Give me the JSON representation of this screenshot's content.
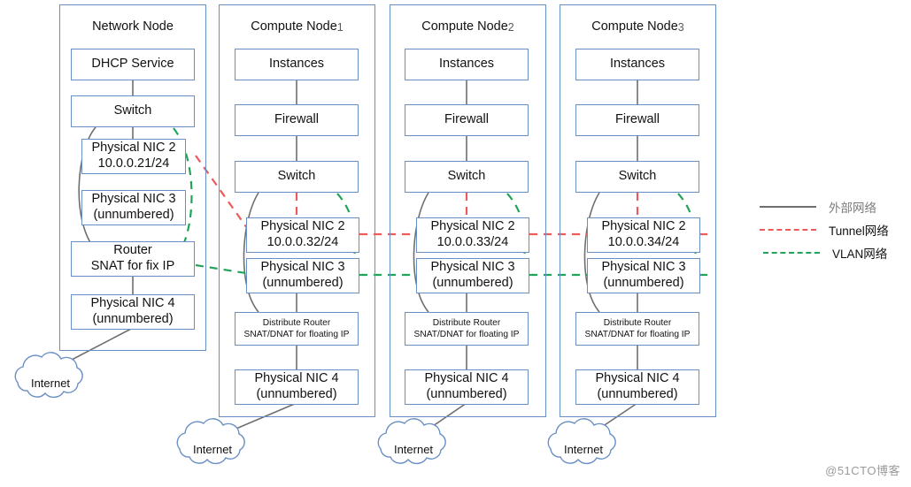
{
  "diagram": {
    "title_hidden": "OpenStack network topology",
    "watermark": "@51CTO博客"
  },
  "nodes": [
    {
      "id": "network-node",
      "title": "Network Node",
      "index": "",
      "boxes": [
        {
          "name": "dhcp-service-box",
          "line1": "DHCP Service",
          "line2": ""
        },
        {
          "name": "switch-box",
          "line1": "Switch",
          "line2": ""
        },
        {
          "name": "physical-nic-2-box",
          "line1": "Physical NIC 2",
          "line2": "10.0.0.21/24"
        },
        {
          "name": "physical-nic-3-box",
          "line1": "Physical NIC 3",
          "line2": "(unnumbered)"
        },
        {
          "name": "router-box",
          "line1": "Router",
          "line2": "SNAT for fix IP"
        },
        {
          "name": "physical-nic-4-box",
          "line1": "Physical NIC 4",
          "line2": "(unnumbered)"
        }
      ]
    },
    {
      "id": "compute-node-1",
      "title": "Compute Node",
      "index": "1",
      "boxes": [
        {
          "name": "instances-box",
          "line1": "Instances",
          "line2": ""
        },
        {
          "name": "firewall-box",
          "line1": "Firewall",
          "line2": ""
        },
        {
          "name": "switch-box",
          "line1": "Switch",
          "line2": ""
        },
        {
          "name": "physical-nic-2-box",
          "line1": "Physical NIC 2",
          "line2": "10.0.0.32/24"
        },
        {
          "name": "physical-nic-3-box",
          "line1": "Physical NIC 3",
          "line2": "(unnumbered)"
        },
        {
          "name": "distribute-router-box",
          "line1": "Distribute Router",
          "line2": "SNAT/DNAT for floating IP"
        },
        {
          "name": "physical-nic-4-box",
          "line1": "Physical NIC 4",
          "line2": "(unnumbered)"
        }
      ]
    },
    {
      "id": "compute-node-2",
      "title": "Compute Node",
      "index": "2",
      "boxes": [
        {
          "name": "instances-box",
          "line1": "Instances",
          "line2": ""
        },
        {
          "name": "firewall-box",
          "line1": "Firewall",
          "line2": ""
        },
        {
          "name": "switch-box",
          "line1": "Switch",
          "line2": ""
        },
        {
          "name": "physical-nic-2-box",
          "line1": "Physical NIC 2",
          "line2": "10.0.0.33/24"
        },
        {
          "name": "physical-nic-3-box",
          "line1": "Physical NIC 3",
          "line2": "(unnumbered)"
        },
        {
          "name": "distribute-router-box",
          "line1": "Distribute Router",
          "line2": "SNAT/DNAT for floating IP"
        },
        {
          "name": "physical-nic-4-box",
          "line1": "Physical NIC 4",
          "line2": "(unnumbered)"
        }
      ]
    },
    {
      "id": "compute-node-3",
      "title": "Compute Node",
      "index": "3",
      "boxes": [
        {
          "name": "instances-box",
          "line1": "Instances",
          "line2": ""
        },
        {
          "name": "firewall-box",
          "line1": "Firewall",
          "line2": ""
        },
        {
          "name": "switch-box",
          "line1": "Switch",
          "line2": ""
        },
        {
          "name": "physical-nic-2-box",
          "line1": "Physical NIC 2",
          "line2": "10.0.0.34/24"
        },
        {
          "name": "physical-nic-3-box",
          "line1": "Physical NIC 3",
          "line2": "(unnumbered)"
        },
        {
          "name": "distribute-router-box",
          "line1": "Distribute Router",
          "line2": "SNAT/DNAT for floating IP"
        },
        {
          "name": "physical-nic-4-box",
          "line1": "Physical NIC 4",
          "line2": "(unnumbered)"
        }
      ]
    }
  ],
  "clouds": [
    {
      "name": "internet-cloud-network-node",
      "label": "Internet"
    },
    {
      "name": "internet-cloud-compute-1",
      "label": "Internet"
    },
    {
      "name": "internet-cloud-compute-2",
      "label": "Internet"
    },
    {
      "name": "internet-cloud-compute-3",
      "label": "Internet"
    }
  ],
  "legend": {
    "items": [
      {
        "name": "legend-external-network",
        "label": "外部网络",
        "style": "solid",
        "color": "#6e6e6e"
      },
      {
        "name": "legend-tunnel-network",
        "label": "Tunnel网络",
        "style": "dashed",
        "color": "#ee5a5a"
      },
      {
        "name": "legend-vlan-network",
        "label": "VLAN网络",
        "style": "dashed",
        "color": "#21a45a"
      }
    ]
  },
  "colors": {
    "box_border": "#6a8fc4",
    "external_line": "#6e6e6e",
    "tunnel_line": "#ee5a5a",
    "vlan_line": "#21a45a",
    "background": "#ffffff"
  }
}
